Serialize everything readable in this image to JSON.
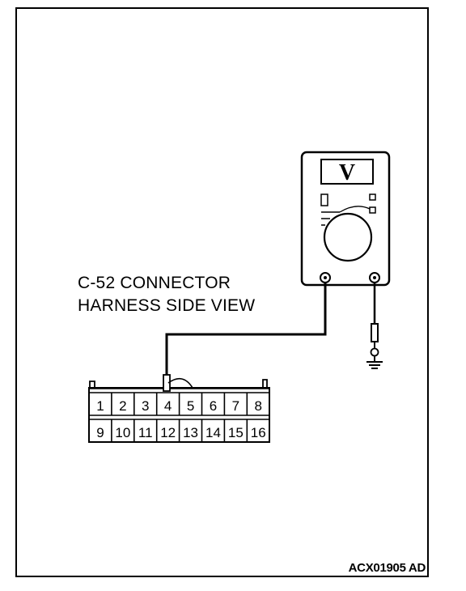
{
  "connector": {
    "title_line1": "C-52 CONNECTOR",
    "title_line2": "HARNESS SIDE VIEW",
    "pins_top": [
      "1",
      "2",
      "3",
      "4",
      "5",
      "6",
      "7",
      "8"
    ],
    "pins_bottom": [
      "9",
      "10",
      "11",
      "12",
      "13",
      "14",
      "15",
      "16"
    ],
    "probe_pin": "4"
  },
  "meter": {
    "display_symbol": "V"
  },
  "figure_code": "ACX01905 AD"
}
